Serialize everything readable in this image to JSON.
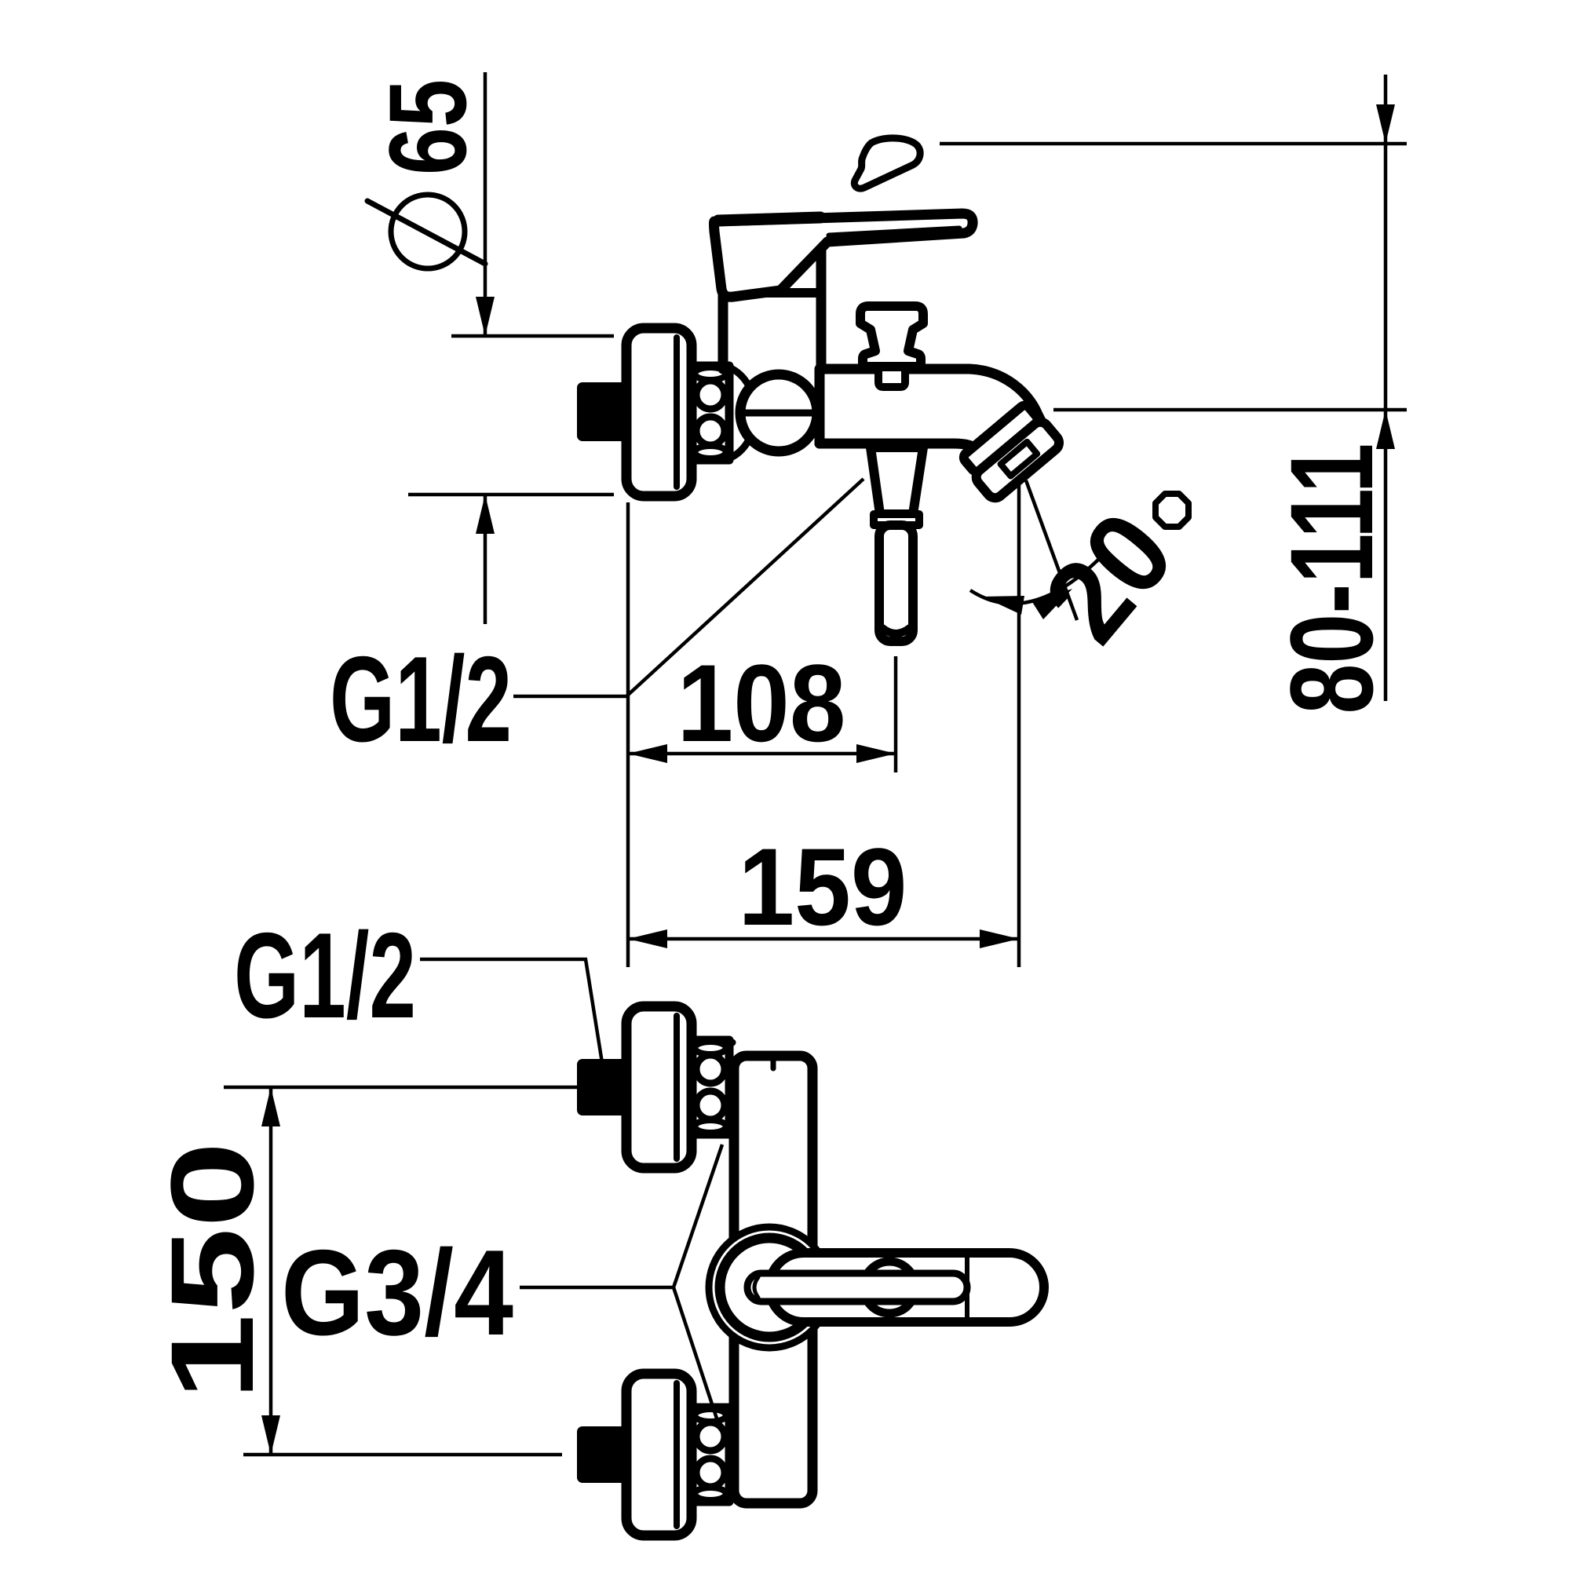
{
  "page": {
    "background": "#ffffff",
    "ink": "#000000"
  },
  "drawing": {
    "type": "technical-dimension-drawing",
    "subject": "wall-mounted bath mixer faucet, side view and front view",
    "dimensions": {
      "flange_diameter": "65",
      "spout_height_range": "80-111",
      "spout_angle_value": "20",
      "spout_angle_unit": "°",
      "handshower_offset": "108",
      "spout_reach": "159",
      "supply_spacing": "150"
    },
    "thread_labels": {
      "handshower": "G1/2",
      "supply": "G1/2",
      "union_nut": "G3/4"
    }
  }
}
